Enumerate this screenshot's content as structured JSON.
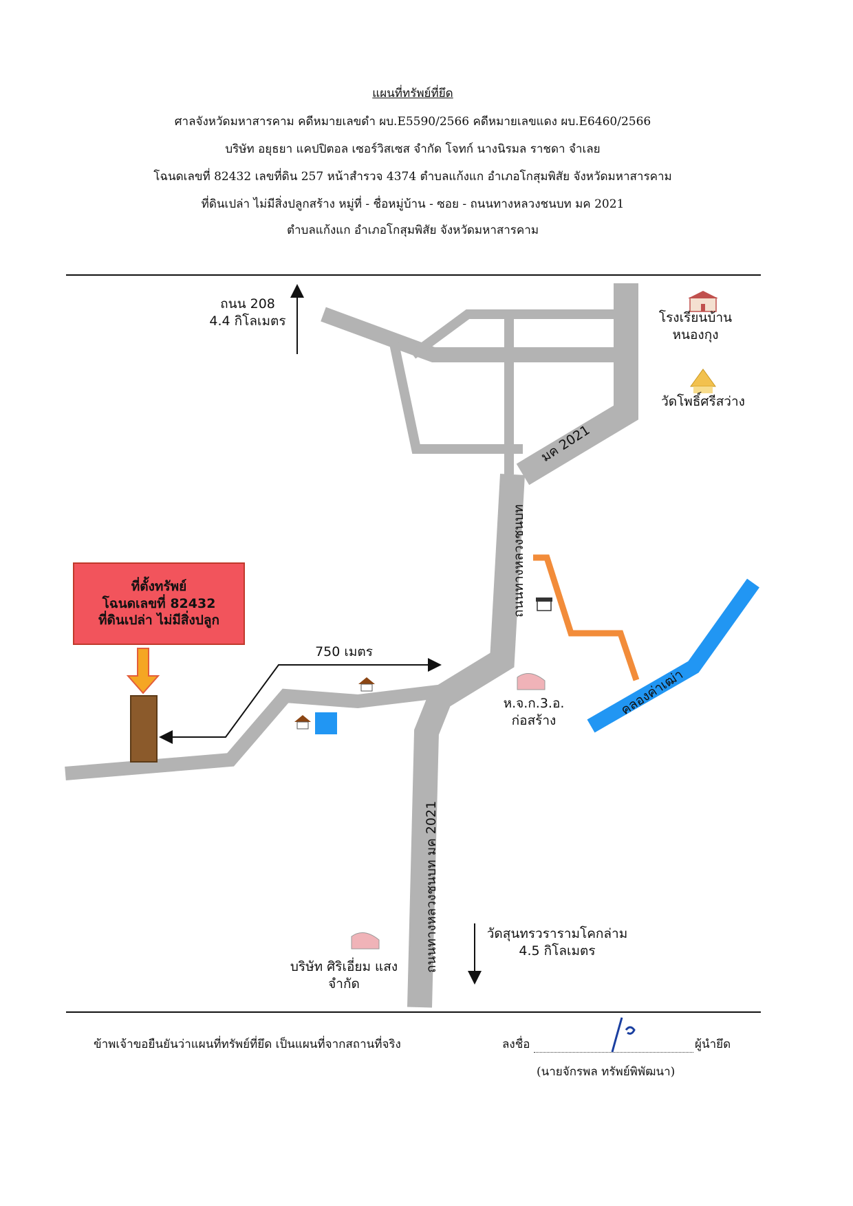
{
  "header": {
    "title": "แผนที่ทรัพย์ที่ยึด",
    "line1": "ศาลจังหวัดมหาสารคาม คดีหมายเลขดำ ผบ.E5590/2566 คดีหมายเลขแดง ผบ.E6460/2566",
    "line2": "บริษัท อยุธยา แคปปิตอล เซอร์วิสเซส จำกัด โจทก์ นางนิรมล ราชดา จำเลย",
    "line3": "โฉนดเลขที่ 82432 เลขที่ดิน 257 หน้าสำรวจ 4374 ตำบลแก้งแก อำเภอโกสุมพิสัย จังหวัดมหาสารคาม",
    "line4": "ที่ดินเปล่า ไม่มีสิ่งปลูกสร้าง หมู่ที่ - ชื่อหมู่บ้าน - ซอย - ถนนทางหลวงชนบท มค 2021",
    "line5": "ตำบลแก้งแก อำเภอโกสุมพิสัย จังหวัดมหาสารคาม"
  },
  "map": {
    "north_road": {
      "line1": "ถนน 208",
      "line2": "4.4 กิโลเมตร"
    },
    "school": {
      "line1": "โรงเรียนบ้าน",
      "line2": "หนองกุง"
    },
    "temple": "วัดโพธิ์ศรีสว่าง",
    "road_label_upper": "มค 2021",
    "road_label_vertical": "ถนนทางหลวงชนบท",
    "property": {
      "line1": "ที่ตั้งทรัพย์",
      "line2": "โฉนดเลขที่ 82432",
      "line3": "ที่ดินเปล่า ไม่มีสิ่งปลูก"
    },
    "distance": "750 เมตร",
    "shop": {
      "line1": "ห.จ.ก.3.อ.",
      "line2": "ก่อสร้าง"
    },
    "canal": "คลองค่าเฒ่า",
    "road_label_lower": "ถนนทางหลวงชนบท มค 2021",
    "south_temple": {
      "line1": "วัดสุนทรวรารามโคกล่าม",
      "line2": "4.5 กิโลเมตร"
    },
    "company": {
      "line1": "บริษัท ศิริเอี่ยม แสง",
      "line2": "จำกัด"
    },
    "colors": {
      "road": "#b3b3b3",
      "property_box": "#f2545c",
      "arrow": "#f5a623",
      "plot": "#8b5a2b",
      "canal": "#2196f3",
      "orange_road": "#f28c3a",
      "pond": "#2196f3"
    }
  },
  "footer": {
    "statement": "ข้าพเจ้าขอยืนยันว่าแผนที่ทรัพย์ที่ยึด เป็นแผนที่จากสถานที่จริง",
    "sign_label": "ลงชื่อ",
    "role": "ผู้นำยึด",
    "signer": "(นายจักรพล ทรัพย์พิพัฒนา)"
  }
}
